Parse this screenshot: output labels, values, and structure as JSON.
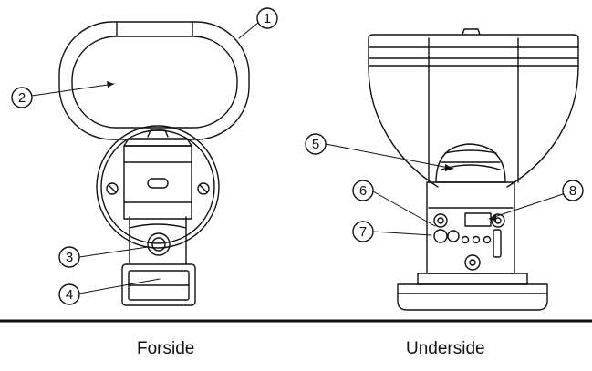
{
  "captions": {
    "front": "Forside",
    "under": "Underside"
  },
  "callouts": [
    "1",
    "2",
    "3",
    "4",
    "5",
    "6",
    "7",
    "8"
  ]
}
